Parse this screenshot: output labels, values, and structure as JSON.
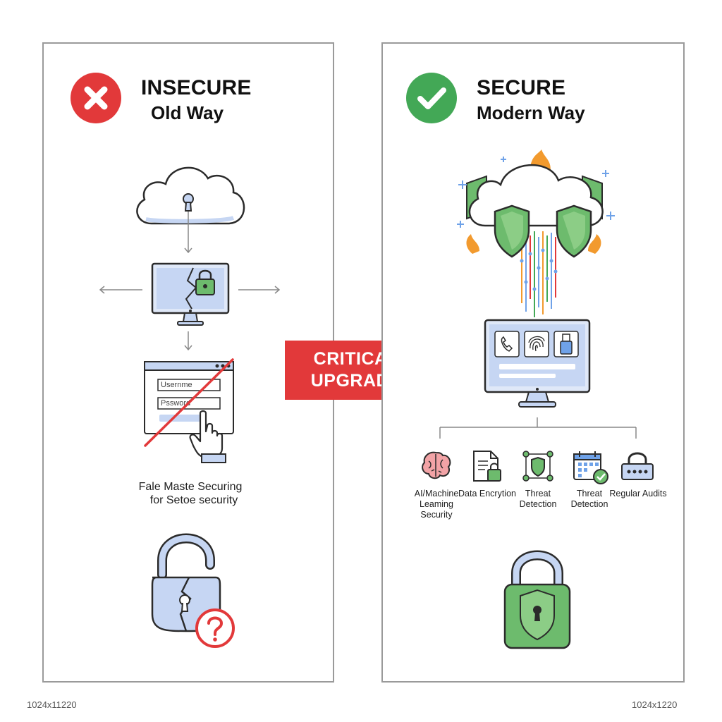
{
  "left_panel": {
    "title": "INSECURE",
    "subtitle": "Old Way",
    "form": {
      "username_placeholder": "Usernme",
      "password_placeholder": "Pssword"
    },
    "caption_line1": "Fale Maste Securing",
    "caption_line2": "for Setoe security"
  },
  "right_panel": {
    "title": "SECURE",
    "subtitle": "Modern Way",
    "features": [
      {
        "label": "AI/Machine Leaming Security",
        "icon": "brain-icon"
      },
      {
        "label": "Data Encrytion",
        "icon": "document-lock-icon"
      },
      {
        "label": "Threat Detection",
        "icon": "shield-network-icon"
      },
      {
        "label": "Threat Detection",
        "icon": "calendar-check-icon"
      },
      {
        "label": "Regular Audits",
        "icon": "password-lock-icon"
      }
    ]
  },
  "upgrade": {
    "line1": "CRITICAL",
    "line2": "UPGRADE"
  },
  "dimension_labels": {
    "left": "1024x11220",
    "right": "1024x1220"
  },
  "colors": {
    "insecure_red": "#e2393a",
    "secure_green": "#43a856",
    "shield_green": "#6dbb6d",
    "device_blue": "#c6d6f3",
    "outline": "#2b2b2b",
    "flame_orange": "#f29a2e"
  }
}
